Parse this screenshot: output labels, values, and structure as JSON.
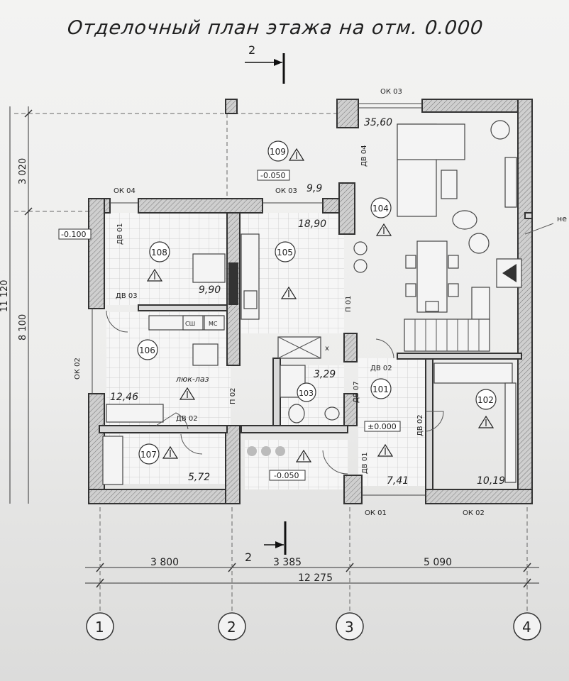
{
  "title": "Отделочный план этажа на отм. 0.000",
  "section_marks": {
    "top": "2",
    "bottom": "2"
  },
  "rooms": [
    {
      "id": "108",
      "area": "9,90"
    },
    {
      "id": "105",
      "area": "18,90"
    },
    {
      "id": "104",
      "area": "35,60"
    },
    {
      "id": "109",
      "area": "9,9"
    },
    {
      "id": "106",
      "area": "12,46"
    },
    {
      "id": "103",
      "area": "3,29"
    },
    {
      "id": "101",
      "area": "7,41"
    },
    {
      "id": "102",
      "area": "10,19"
    },
    {
      "id": "107",
      "area": "5,72"
    }
  ],
  "levels": {
    "terrace_top": "-0.050",
    "left_entry": "-0.100",
    "porch_bottom": "-0.050",
    "hall": "±0.000"
  },
  "windows": {
    "ok03_top": "ОК 03",
    "ok04_left": "ОК 04",
    "ok03_mid": "ОК 03",
    "ok02_left": "ОК 02",
    "ok01_bottom": "ОК 01",
    "ok02_bottom": "ОК 02"
  },
  "doors": {
    "dv01_108": "ДВ 01",
    "dv03_108": "ДВ 03",
    "dv04": "ДВ 04",
    "dv02_106": "ДВ 02",
    "dv02_101": "ДВ 02",
    "dv07": "ДВ 07",
    "dv02_102": "ДВ 02",
    "dv01_porch": "ДВ 01"
  },
  "partitions": {
    "p01": "П 01",
    "p02": "П 02"
  },
  "fixtures": {
    "sh": "СШ",
    "ms": "МС",
    "hatch": "люк-лаз",
    "x": "x"
  },
  "edge_label": "не",
  "dims_left": {
    "top": "3 020",
    "total": "8 100",
    "overall": "11 120"
  },
  "dims_bottom": {
    "d1": "3 800",
    "d2": "3 385",
    "d3": "5 090",
    "total": "12 275"
  },
  "axes": [
    "1",
    "2",
    "3",
    "4"
  ]
}
